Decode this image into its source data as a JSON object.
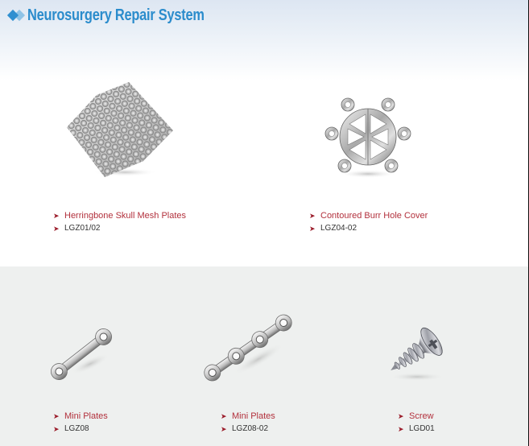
{
  "header": {
    "title": "Neurosurgery Repair System",
    "icon": "double-diamond-icon",
    "color": "#2b8ccc"
  },
  "colors": {
    "product_name": "#b2303c",
    "product_code": "#333333",
    "bullet": "#9b1c2a",
    "bottom_background": "#eef0ef"
  },
  "bullet_glyph": "➤",
  "products": [
    {
      "name": "Herringbone Skull Mesh Plates",
      "code": "LGZ01/02",
      "image": "skull-mesh-plate-image"
    },
    {
      "name": "Contoured Burr Hole Cover",
      "code": "LGZ04-02",
      "image": "burr-hole-cover-image"
    },
    {
      "name": "Mini Plates",
      "code": "LGZ08",
      "image": "two-hole-mini-plate-image"
    },
    {
      "name": "Mini Plates",
      "code": "LGZ08-02",
      "image": "four-hole-mini-plate-image"
    },
    {
      "name": "Screw",
      "code": "LGD01",
      "image": "screw-image"
    }
  ]
}
